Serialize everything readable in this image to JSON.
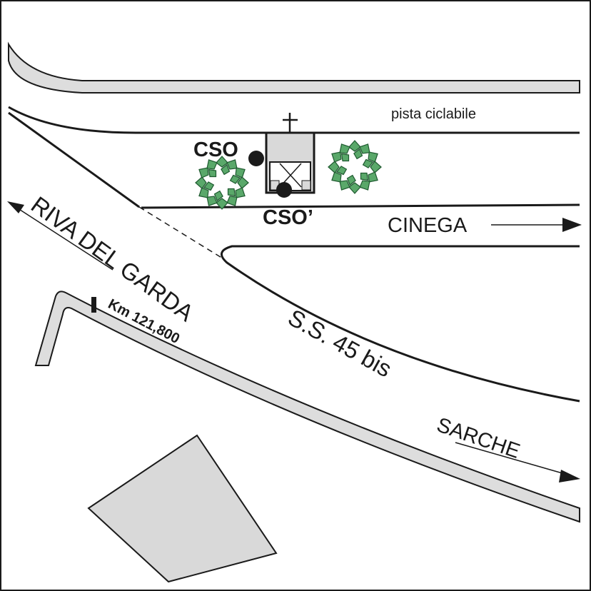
{
  "labels": {
    "bike_path": "pista  ciclabile",
    "cso": "CSO",
    "cso_prime": "CSO’",
    "cinega": "CINEGA",
    "riva_del_garda": "RIVA  DEL  GARDA",
    "road": "S.S. 45 bis",
    "km_marker": "Km 121,800",
    "sarche": "SARCHE"
  },
  "colors": {
    "road_fill": "#dddddd",
    "line": "#1a1a1a",
    "tree_fill": "#5aa86a",
    "tree_stroke": "#1f5a30",
    "building_fill": "#d9d9d9",
    "background": "#ffffff"
  },
  "symbols": {
    "church": "cross-icon",
    "station": "circle-dot-icon",
    "tree": "tree-icon",
    "direction": "arrow-icon"
  }
}
